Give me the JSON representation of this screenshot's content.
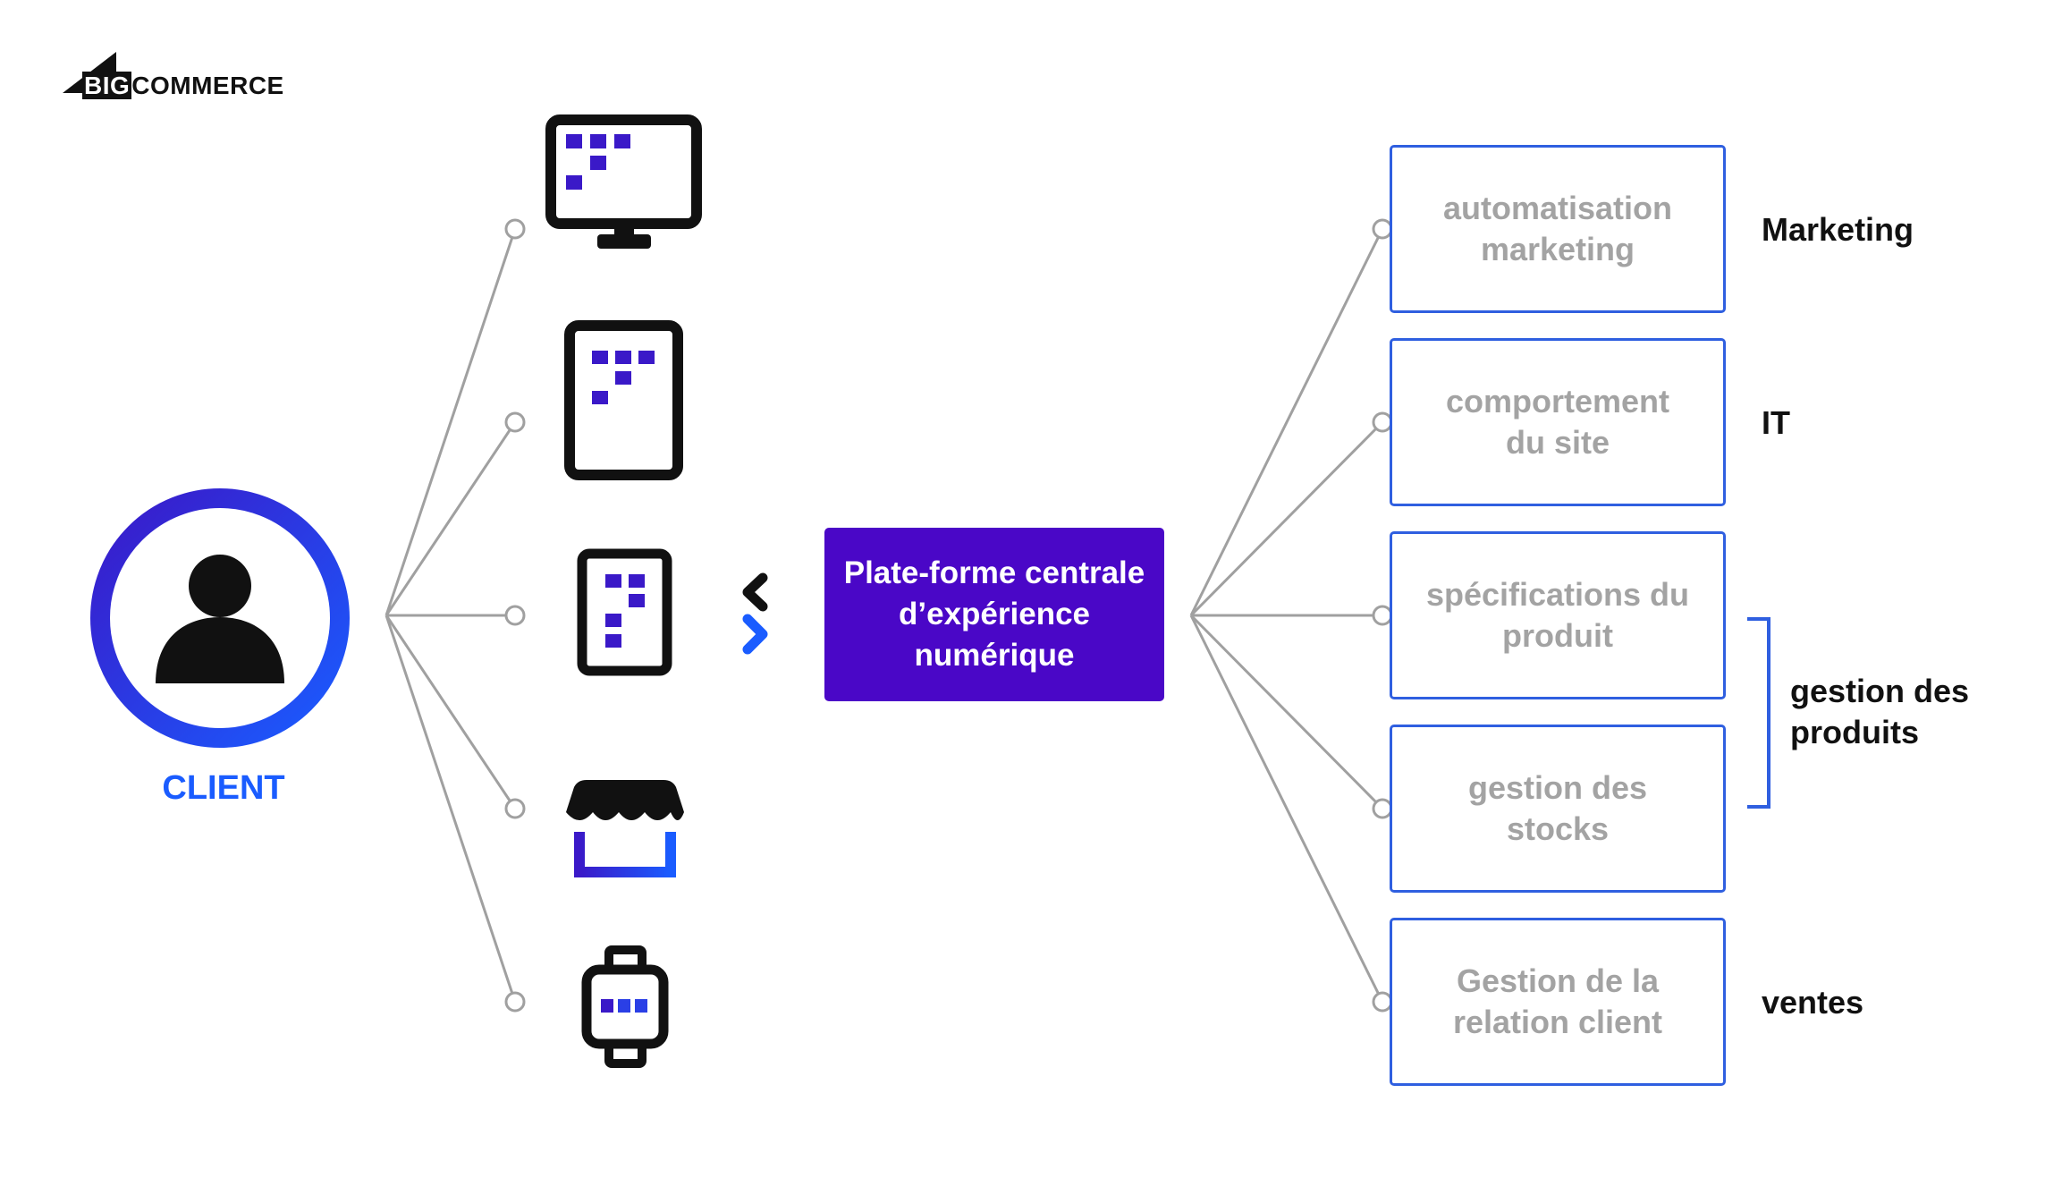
{
  "logo": {
    "big": "BIG",
    "commerce": "COMMERCE"
  },
  "client": {
    "label": "CLIENT"
  },
  "devices": [
    "desktop-icon",
    "tablet-icon",
    "mobile-icon",
    "storefront-icon",
    "smartwatch-icon"
  ],
  "hub": {
    "label": "Plate-forme centrale d’expérience numérique"
  },
  "functions": [
    {
      "label": "automatisation marketing"
    },
    {
      "label": "comportement du site"
    },
    {
      "label": "spécifications du produit"
    },
    {
      "label": "gestion des stocks"
    },
    {
      "label": "Gestion de la relation client"
    }
  ],
  "categories": {
    "marketing": "Marketing",
    "it": "IT",
    "product": "gestion des produits",
    "sales": "ventes"
  },
  "colors": {
    "accent_blue": "#1a5cff",
    "hub_purple": "#4a07c7",
    "box_border": "#2f5fe0",
    "pixel_purple": "#3a19c8"
  }
}
